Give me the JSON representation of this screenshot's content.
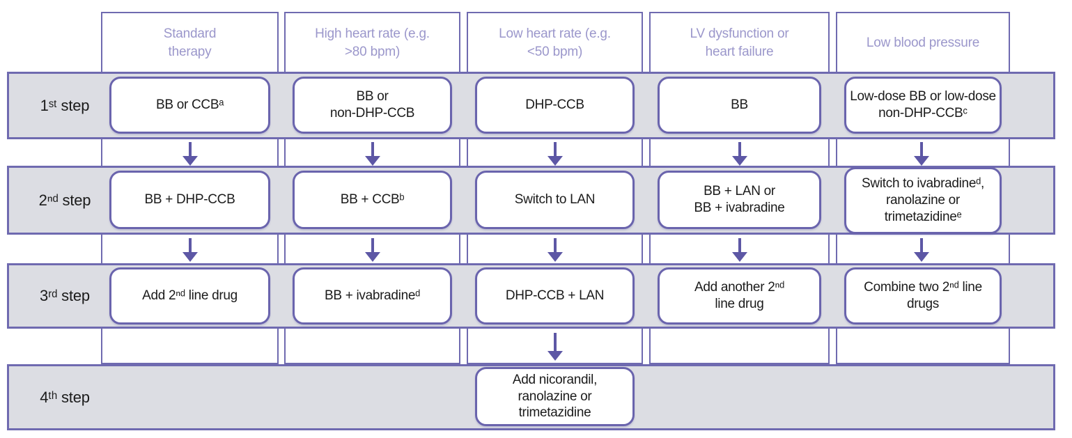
{
  "colors": {
    "accent_purple": "#6f6ab0",
    "box_border_purple": "#6a64ad",
    "arrow_purple": "#5d57a5",
    "band_gray": "#dcdde3",
    "header_lavender": "#9b97cb",
    "text_black": "#1b1b1b",
    "background": "#ffffff"
  },
  "icons": {
    "arrow_down": "▼"
  },
  "columns": [
    {
      "header": "Standard\ntherapy"
    },
    {
      "header": "High heart rate (e.g.\n>80 bpm)"
    },
    {
      "header": "Low heart rate (e.g.\n<50 bpm)"
    },
    {
      "header": "LV dysfunction or\nheart failure"
    },
    {
      "header": "Low blood pressure"
    }
  ],
  "rows": [
    {
      "label": "1ˢᵗ step",
      "cells": [
        "BB or CCBᵃ",
        "BB or\nnon-DHP-CCB",
        "DHP-CCB",
        "BB",
        "Low-dose BB or low-dose\nnon-DHP-CCBᶜ"
      ]
    },
    {
      "label": "2ⁿᵈ step",
      "cells": [
        "BB + DHP-CCB",
        "BB + CCBᵇ",
        "Switch to LAN",
        "BB + LAN or\nBB + ivabradine",
        "Switch to ivabradineᵈ,\nranolazine or\ntrimetazidineᵉ"
      ]
    },
    {
      "label": "3ʳᵈ step",
      "cells": [
        "Add 2ⁿᵈ line drug",
        "BB + ivabradineᵈ",
        "DHP-CCB + LAN",
        "Add another 2ⁿᵈ\nline drug",
        "Combine two 2ⁿᵈ line\ndrugs"
      ]
    },
    {
      "label": "4ᵗʰ step",
      "cells": [
        null,
        null,
        "Add nicorandil,\nranolazine or\ntrimetazidine",
        null,
        null
      ]
    }
  ]
}
